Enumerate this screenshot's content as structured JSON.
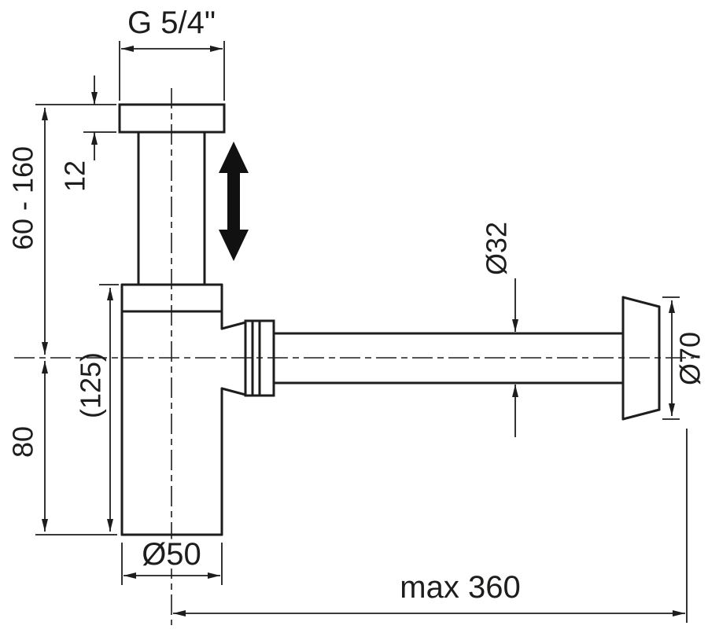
{
  "meta": {
    "background_color": "#ffffff",
    "line_color": "#1d1d1b"
  },
  "diagram": {
    "type": "technical-drawing",
    "subject": "bottle trap (siphon) with horizontal outlet pipe and wall rosette, side view with dimensions",
    "labels": {
      "thread": "G 5/4\"",
      "flange_thickness": "12",
      "adjustable_height": "60 - 160",
      "body_height": "(125)",
      "axis_to_bottom": "80",
      "cup_diameter": "Ø50",
      "pipe_diameter": "Ø32",
      "rosette_diameter": "Ø70",
      "max_length": "max 360"
    },
    "annotations": {
      "adjustability": "black double-headed vertical arrow indicating telescopic height adjustment"
    }
  }
}
